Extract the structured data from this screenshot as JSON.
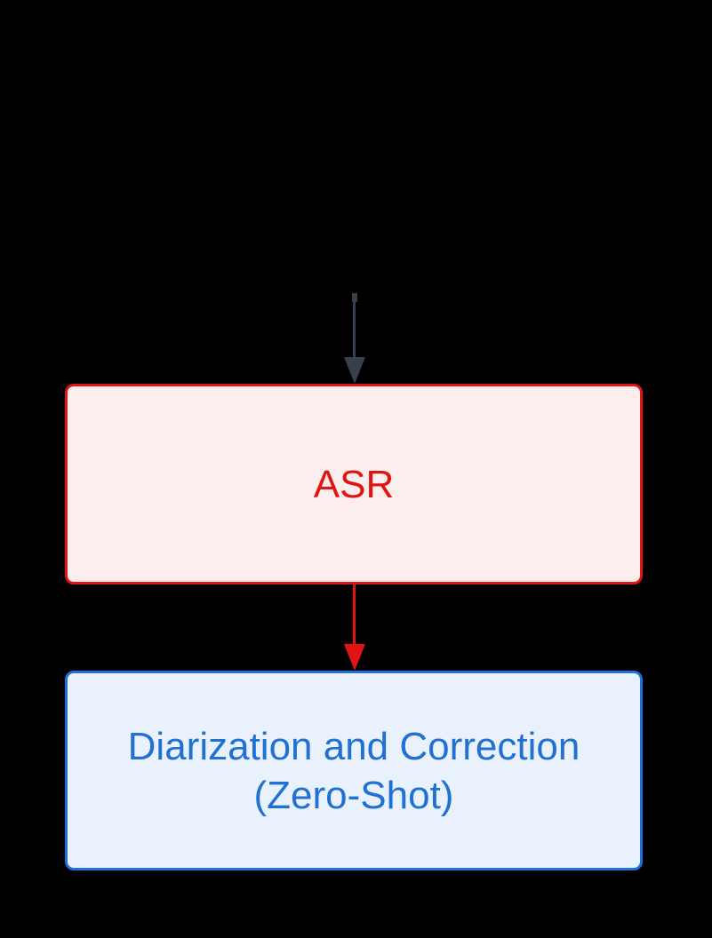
{
  "diagram": {
    "type": "flowchart",
    "direction": "top-down",
    "background_color": "#000000",
    "nodes": {
      "asr": {
        "label": "ASR",
        "fill_color": "#fdeeee",
        "border_color": "#e01414",
        "text_color": "#e01414"
      },
      "diarization": {
        "label": "Diarization and Correction (Zero-Shot)",
        "label_line1": "Diarization and Correction",
        "label_line2": "(Zero-Shot)",
        "fill_color": "#e9f1fc",
        "border_color": "#1f6fdd",
        "text_color": "#2171d3"
      }
    },
    "edges": [
      {
        "to": "asr",
        "color": "#39404d",
        "style": "arrow-down"
      },
      {
        "from": "asr",
        "to": "diarization",
        "color": "#e01414",
        "style": "arrow-down"
      }
    ]
  }
}
